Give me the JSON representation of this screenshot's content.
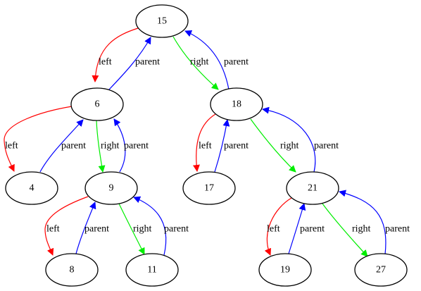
{
  "colors": {
    "left": "#ff0000",
    "right": "#00ee00",
    "parent": "#0000ff",
    "node_stroke": "#000000"
  },
  "nodes": [
    {
      "id": "n15",
      "label": "15"
    },
    {
      "id": "n6",
      "label": "6"
    },
    {
      "id": "n18",
      "label": "18"
    },
    {
      "id": "n4",
      "label": "4"
    },
    {
      "id": "n9",
      "label": "9"
    },
    {
      "id": "n17",
      "label": "17"
    },
    {
      "id": "n21",
      "label": "21"
    },
    {
      "id": "n8",
      "label": "8"
    },
    {
      "id": "n11",
      "label": "11"
    },
    {
      "id": "n19",
      "label": "19"
    },
    {
      "id": "n27",
      "label": "27"
    }
  ],
  "edges": [
    {
      "id": "e15-6",
      "from": "n15",
      "to": "n6",
      "kind": "left",
      "label": "left"
    },
    {
      "id": "e6-15",
      "from": "n6",
      "to": "n15",
      "kind": "parent",
      "label": "parent"
    },
    {
      "id": "e15-18",
      "from": "n15",
      "to": "n18",
      "kind": "right",
      "label": "right"
    },
    {
      "id": "e18-15",
      "from": "n18",
      "to": "n15",
      "kind": "parent",
      "label": "parent"
    },
    {
      "id": "e6-4",
      "from": "n6",
      "to": "n4",
      "kind": "left",
      "label": "left"
    },
    {
      "id": "e4-6",
      "from": "n4",
      "to": "n6",
      "kind": "parent",
      "label": "parent"
    },
    {
      "id": "e6-9",
      "from": "n6",
      "to": "n9",
      "kind": "right",
      "label": "right"
    },
    {
      "id": "e9-6",
      "from": "n9",
      "to": "n6",
      "kind": "parent",
      "label": "parent"
    },
    {
      "id": "e18-17",
      "from": "n18",
      "to": "n17",
      "kind": "left",
      "label": "left"
    },
    {
      "id": "e17-18",
      "from": "n17",
      "to": "n18",
      "kind": "parent",
      "label": "parent"
    },
    {
      "id": "e18-21",
      "from": "n18",
      "to": "n21",
      "kind": "right",
      "label": "right"
    },
    {
      "id": "e21-18",
      "from": "n21",
      "to": "n18",
      "kind": "parent",
      "label": "parent"
    },
    {
      "id": "e9-8",
      "from": "n9",
      "to": "n8",
      "kind": "left",
      "label": "left"
    },
    {
      "id": "e8-9",
      "from": "n8",
      "to": "n9",
      "kind": "parent",
      "label": "parent"
    },
    {
      "id": "e9-11",
      "from": "n9",
      "to": "n11",
      "kind": "right",
      "label": "right"
    },
    {
      "id": "e11-9",
      "from": "n11",
      "to": "n9",
      "kind": "parent",
      "label": "parent"
    },
    {
      "id": "e21-19",
      "from": "n21",
      "to": "n19",
      "kind": "left",
      "label": "left"
    },
    {
      "id": "e19-21",
      "from": "n19",
      "to": "n21",
      "kind": "parent",
      "label": "parent"
    },
    {
      "id": "e21-27",
      "from": "n21",
      "to": "n27",
      "kind": "right",
      "label": "right"
    },
    {
      "id": "e27-21",
      "from": "n27",
      "to": "n21",
      "kind": "parent",
      "label": "parent"
    }
  ]
}
